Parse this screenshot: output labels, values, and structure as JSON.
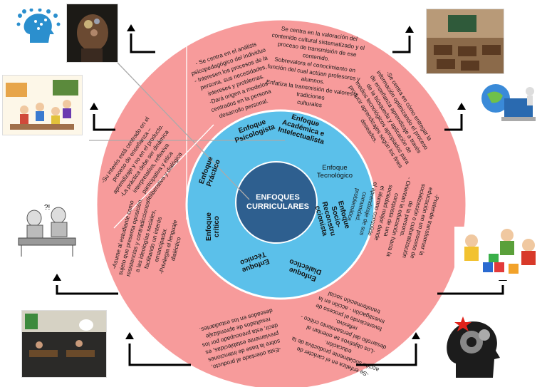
{
  "center": {
    "line1": "ENFOQUES",
    "line2": "CURRICULARES"
  },
  "inner": {
    "psicologista": [
      "Enfoque",
      "Psicologista"
    ],
    "academica": [
      "Enfoque",
      "Académica e",
      "Intelectualista"
    ],
    "tecnologico": [
      "Enfoque",
      "Tecnológico"
    ],
    "socio": [
      "Enfoque",
      "Socio-",
      "Reconstru",
      "ccionista"
    ],
    "dialectico": [
      "Enfoque",
      "Dialéctico"
    ],
    "tecnico": [
      "Enfoque",
      "Técnico"
    ],
    "critico": [
      "Enfoque",
      "crítico"
    ],
    "practico": [
      "Enfoque",
      "Práctico"
    ]
  },
  "outer": {
    "psicologista": [
      "- Se centra en el análisis",
      "psicopedagógico del individuo",
      "- Interesen los procesos de la",
      "persona, sus necesidades,",
      "intereses y problemas.",
      "-Dará origen a modelos",
      "centrados en la persona",
      "desarrollo personal."
    ],
    "academica": [
      "Se centra en la valoración del",
      "contenido cultural sistematizado y el",
      "proceso de transmisión de ese",
      "contenido.",
      "Sobrevalora el conocimiento en",
      "función del cual actúan profesores y",
      "alumnos.",
      "Enfatiza la transmisión de valores y",
      "tradiciones",
      "culturales"
    ],
    "tecnologico": [
      "-Se centra en cómo entregar la",
      "información optimizando el proceso",
      "de enseñanza aprendizaje a través",
      "de la búsqueda y aplicación de",
      "medios tecnológicos apropiados para",
      "producir aprendizajes según los fines",
      "deseados."
    ],
    "socio": [
      "-Pretende transformar la",
      "educación en un proceso de",
      "socialización o culturalización",
      "de la persona.",
      "- Orientan la educación hacia la",
      "conquista de una",
      "sociedad mejor donde",
      "el alumno consolide",
      "el aprendizaje de sus",
      "comunidad.",
      "problemática"
    ],
    "dialectico": [
      "-Se enfatiza en el carácter de",
      "acción socialmente productiva de la",
      "educación.",
      "-Los objetivos se orientan al",
      "desarrollo del pensamiento crítico -",
      "reflexivo.",
      "favoreciendo el proceso de",
      "investigación - acción en la",
      "transformación social"
    ],
    "tecnico": [
      "-Esta orientado al producto,",
      "sobre la base de intenciones",
      "previamente establecidas, es",
      "decir, esta preocupado por los",
      "resultados de aprendizaje",
      "deseados en los estudiantes."
    ],
    "critico": [
      "-Asume al estudiante como",
      "sujeto que presenta oposición,",
      "resistencias y contradicciones",
      "a las ideologías sociales,",
      "facilitando un interés",
      "emancipador.",
      "-Privilegia el lenguaje",
      "dialéctico"
    ],
    "practico": [
      "-Su interés está centrado en el",
      "proceso de enseñanza –",
      "aprendizaje y no en el producto.",
      "-La práctica debe ser dinámica",
      "interpretativa, reflexiva",
      "participativa y ética",
      "deliberativa y dialógica"
    ]
  },
  "images": {
    "left": [
      "head-icon-network",
      "student-thinking-photo",
      "classroom-cartoon",
      "students-exam-cartoon",
      "classroom-video-scene"
    ],
    "right": [
      "classroom-chairs-photo",
      "technology-globe-laptop",
      "children-playing-blocks",
      "head-gears-star"
    ]
  },
  "colors": {
    "outer_ring": "#f79b9b",
    "middle_ring": "#5bc0ea",
    "inner_circle": "#dbe6f2",
    "center": "#2e5f8f",
    "arrow": "#000000"
  }
}
